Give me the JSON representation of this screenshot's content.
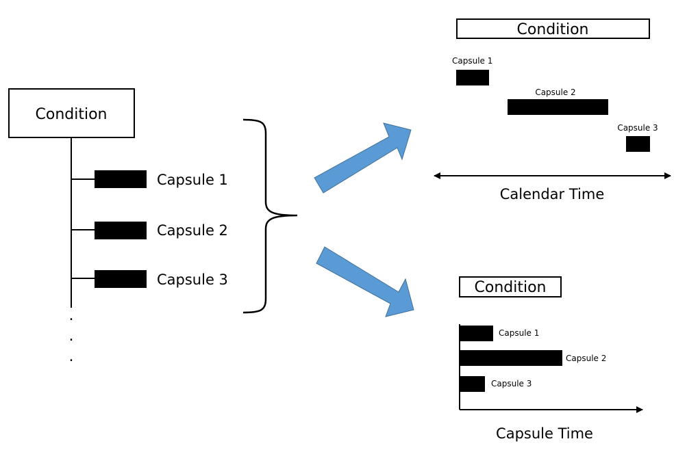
{
  "colors": {
    "line": "#000000",
    "capsule_fill": "#000000",
    "arrow_fill": "#5b9bd5",
    "arrow_stroke": "#41719c"
  },
  "left": {
    "condition_label": "Condition",
    "capsules": [
      {
        "label": "Capsule 1"
      },
      {
        "label": "Capsule 2"
      },
      {
        "label": "Capsule 3"
      }
    ],
    "continuation": [
      ".",
      ".",
      "."
    ]
  },
  "calendar_view": {
    "condition_label": "Condition",
    "capsules": [
      {
        "label": "Capsule 1"
      },
      {
        "label": "Capsule 2"
      },
      {
        "label": "Capsule 3"
      }
    ],
    "axis_label": "Calendar Time"
  },
  "capsule_view": {
    "condition_label": "Condition",
    "capsules": [
      {
        "label": "Capsule 1"
      },
      {
        "label": "Capsule 2"
      },
      {
        "label": "Capsule 3"
      }
    ],
    "axis_label": "Capsule Time"
  },
  "icons": {
    "brace": "curly-brace-icon",
    "arrow_up": "arrow-up-right-icon",
    "arrow_down": "arrow-down-right-icon"
  }
}
